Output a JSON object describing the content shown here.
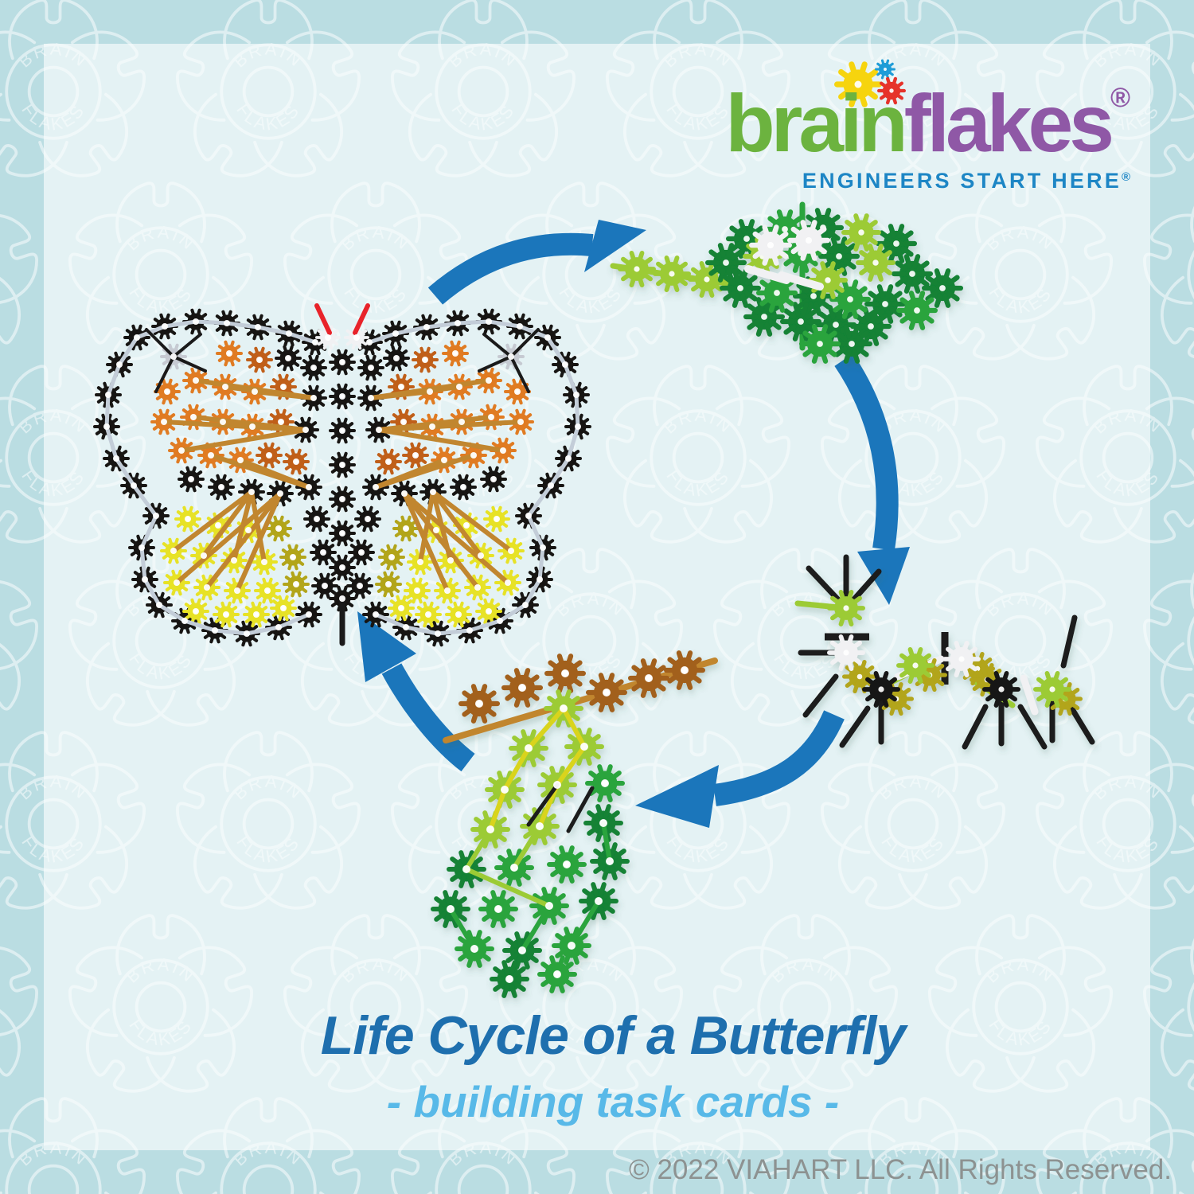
{
  "logo": {
    "brand_green": "brain",
    "brand_purple": "flakes",
    "registered": "®",
    "tagline": "ENGINEERS START HERE",
    "tagline_registered": "®"
  },
  "headline": {
    "title": "Life Cycle of a Butterfly",
    "subtitle": "- building task cards -"
  },
  "footer": {
    "copyright": "© 2022 VIAHART LLC. All Rights Reserved."
  },
  "watermark": {
    "top": "BRAIN",
    "bottom": "FLAKES"
  },
  "diagram": {
    "stages": [
      {
        "name": "eggs-on-leaf-model"
      },
      {
        "name": "caterpillar-model"
      },
      {
        "name": "chrysalis-on-branch-model"
      },
      {
        "name": "butterfly-model"
      }
    ],
    "arrow_count": 4
  },
  "palette": {
    "page_border": "#badde2",
    "card_bg": "#e8f3f4",
    "arrow_blue": "#1b76bb",
    "logo_green": "#6cb33f",
    "logo_purple": "#8f58a6",
    "tagline_blue": "#1d86c5",
    "title_blue": "#1e6fae",
    "subtitle_blue": "#58b9e8",
    "copyright_gray": "#8d9291",
    "flake_black": "#171513",
    "flake_orange": "#e07b22",
    "flake_dark_orange": "#c05f19",
    "flake_yellow": "#e7e226",
    "flake_olive": "#b2a51a",
    "flake_lime": "#9ccb36",
    "flake_green": "#2aa43c",
    "flake_dark_green": "#128236",
    "flake_white": "#f1f1f3",
    "flake_gray": "#c6cad2",
    "flake_brown": "#a2611f",
    "rod_red": "#e8232a",
    "rod_tan": "#c1862f",
    "rod_gray": "#c3cdd8",
    "rod_yellow": "#d9d41e",
    "rod_black": "#1a1a1a",
    "logo_flake_yellow": "#f6d40e",
    "logo_flake_blue": "#1e9cd7",
    "logo_flake_red": "#e6332a"
  }
}
